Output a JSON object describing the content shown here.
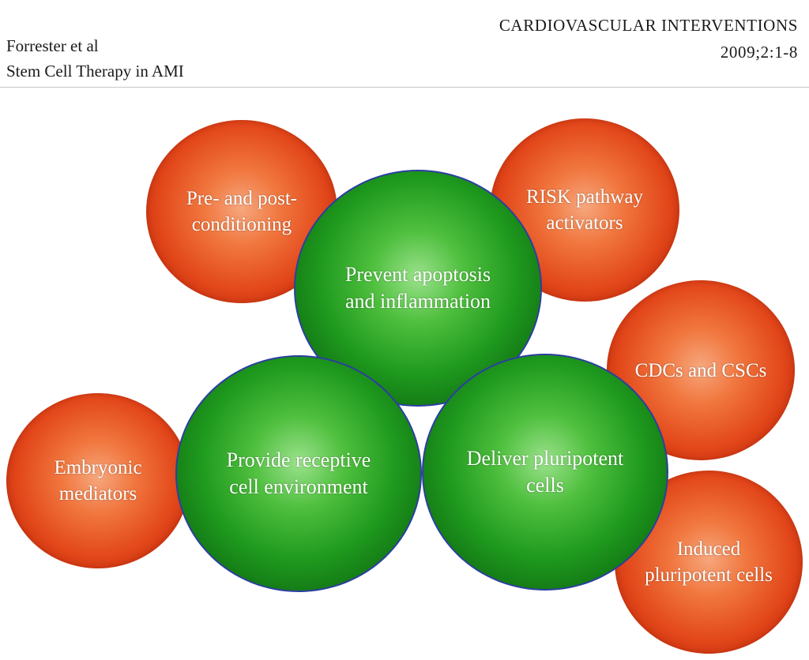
{
  "header": {
    "left_line1": "Forrester et al",
    "left_line2": "Stem Cell Therapy  in AMI",
    "right_line1": "CARDIOVASCULAR   INTERVENTIONS",
    "right_line2": "2009;2:1-8"
  },
  "diagram": {
    "orange_nodes": {
      "pre_post": {
        "line1": "Pre- and post-",
        "line2": "conditioning"
      },
      "risk": {
        "line1": "RISK pathway",
        "line2": "activators"
      },
      "cdcs": {
        "line1": "CDCs and CSCs"
      },
      "embryonic": {
        "line1": "Embryonic",
        "line2": "mediators"
      },
      "induced": {
        "line1": "Induced",
        "line2": "pluripotent cells"
      }
    },
    "green_nodes": {
      "apoptosis": {
        "line1": "Prevent apoptosis",
        "line2": "and inflammation"
      },
      "receptive": {
        "line1": "Provide receptive",
        "line2": "cell environment"
      },
      "deliver": {
        "line1": "Deliver pluripotent",
        "line2": "cells"
      }
    },
    "colors": {
      "orange": "#e2471a",
      "green": "#1f9a1e",
      "green_outline": "#2c3fa0",
      "label": "#ffffff"
    }
  }
}
